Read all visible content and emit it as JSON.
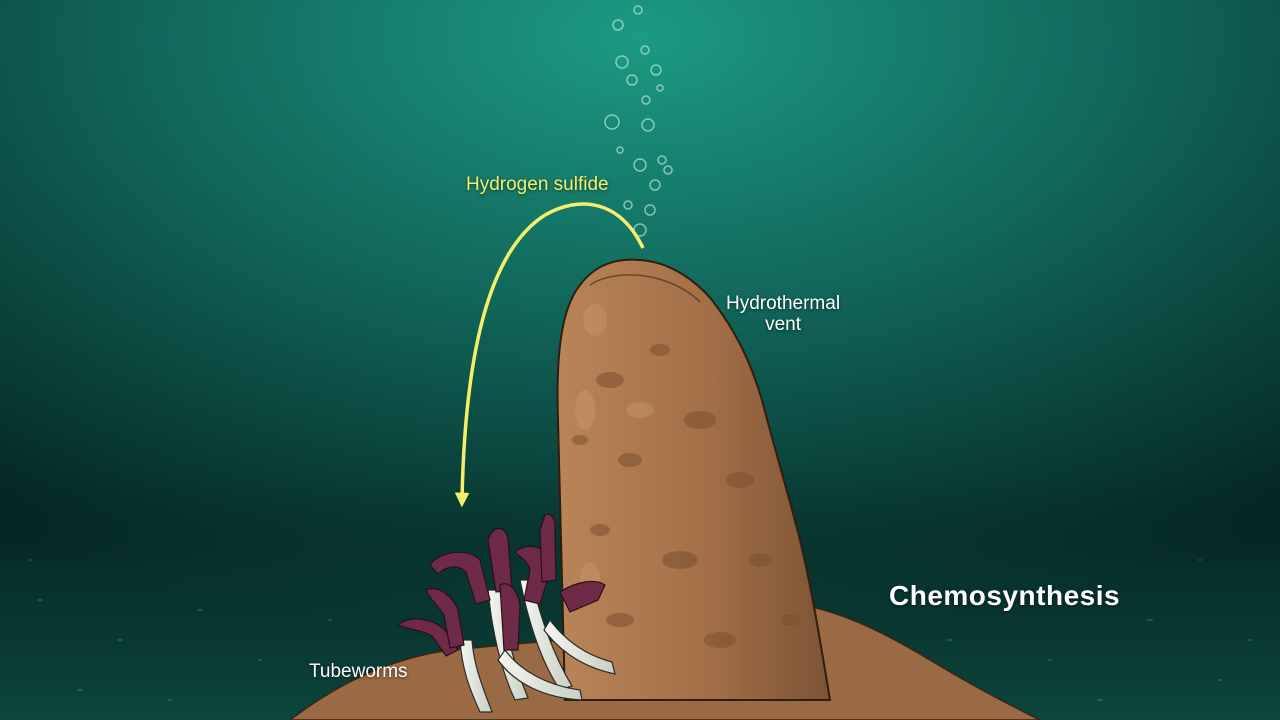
{
  "title": "Chemosynthesis",
  "labels": {
    "hydrogen_sulfide": "Hydrogen sulfide",
    "hydrothermal_vent_line1": "Hydrothermal",
    "hydrothermal_vent_line2": "vent",
    "tubeworms": "Tubeworms"
  },
  "colors": {
    "water_light": "#1a8f7a",
    "water_dark": "#042420",
    "arrow": "#f4ef6a",
    "vent_rock": "#a6744c",
    "vent_dark": "#7a5030",
    "worm_plume": "#6e2a46",
    "worm_tube": "#e9ede4"
  }
}
